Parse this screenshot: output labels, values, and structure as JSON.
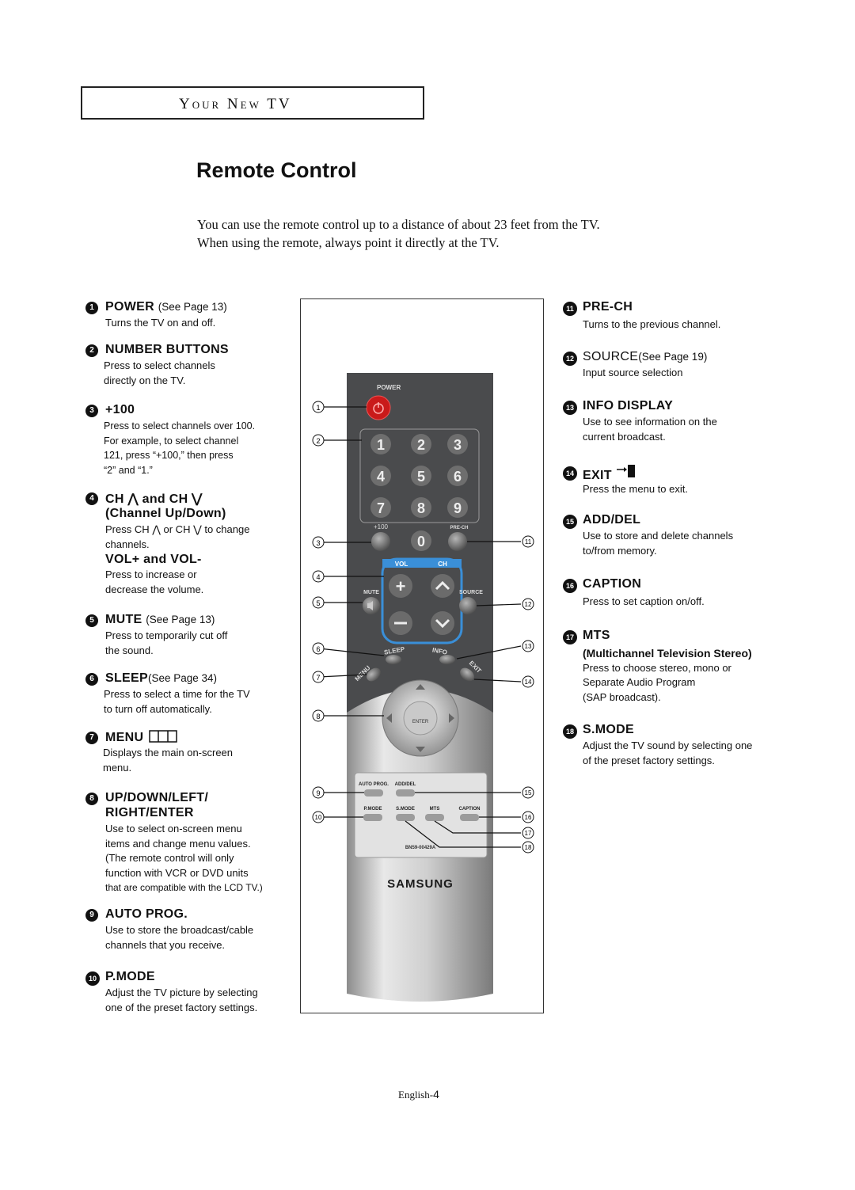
{
  "section_title": "Your New TV",
  "page_title": "Remote Control",
  "intro": [
    "You can use the remote control up to a distance of about 23 feet from the TV.",
    "When using the remote, always point it directly at the TV."
  ],
  "left_items": [
    {
      "num": "1",
      "head": "POWER",
      "ref": "(See Page 13)",
      "desc": [
        "Turns the TV on and off."
      ]
    },
    {
      "num": "2",
      "head": "NUMBER BUTTONS",
      "ref": "",
      "desc": [
        "Press to select channels",
        "directly on the TV."
      ]
    },
    {
      "num": "3",
      "head": "+100",
      "ref": "",
      "desc": [
        "Press to select channels over 100.",
        "For example, to select channel",
        "121, press “+100,” then press",
        "“2” and “1.”"
      ]
    },
    {
      "num": "4",
      "head": "CH ⋀ and CH ⋁",
      "head2": "(Channel Up/Down)",
      "ref": "",
      "desc": [
        "Press CH ⋀ or CH ⋁ to change",
        "channels."
      ],
      "head3": "VOL+ and VOL-",
      "desc2": [
        "Press to increase or",
        "decrease the volume."
      ]
    },
    {
      "num": "5",
      "head": "MUTE",
      "ref": "(See Page 13)",
      "desc": [
        "Press to temporarily cut off",
        "the sound."
      ]
    },
    {
      "num": "6",
      "head": "SLEEP",
      "ref": "(See Page 34)",
      "desc": [
        "Press to select a time for the TV",
        "to turn off automatically."
      ]
    },
    {
      "num": "7",
      "head": "MENU",
      "ref": "",
      "desc": [
        "Displays the main on-screen",
        "menu."
      ]
    },
    {
      "num": "8",
      "head": "UP/DOWN/LEFT/",
      "head2": "RIGHT/ENTER",
      "ref": "",
      "desc": [
        "Use to select on-screen menu",
        "items and change menu values.",
        "(The remote control will only",
        "function with VCR or DVD units",
        "that are compatible with the LCD TV.)"
      ]
    },
    {
      "num": "9",
      "head": "AUTO PROG.",
      "ref": "",
      "desc": [
        "Use to store the broadcast/cable",
        "channels that you receive."
      ]
    },
    {
      "num": "10",
      "head": "P.MODE",
      "ref": "",
      "desc": [
        "Adjust the TV picture by selecting",
        "one of the preset factory settings."
      ]
    }
  ],
  "right_items": [
    {
      "num": "11",
      "head": "PRE-CH",
      "ref": "",
      "desc": [
        "Turns to the previous channel."
      ]
    },
    {
      "num": "12",
      "head": "SOURCE",
      "ref": "(See Page 19)",
      "desc": [
        "Input source selection"
      ]
    },
    {
      "num": "13",
      "head": "INFO DISPLAY",
      "ref": "",
      "desc": [
        "Use to see information on the",
        "current broadcast."
      ]
    },
    {
      "num": "14",
      "head": "EXIT",
      "ref": "",
      "desc": [
        "Press the menu to exit."
      ]
    },
    {
      "num": "15",
      "head": "ADD/DEL",
      "ref": "",
      "desc": [
        "Use to store and delete channels",
        "to/from memory."
      ]
    },
    {
      "num": "16",
      "head": "CAPTION",
      "ref": "",
      "desc": [
        "Press to set caption on/off."
      ]
    },
    {
      "num": "17",
      "head": "MTS",
      "ref": "",
      "sub": "(Multichannel Television Stereo)",
      "desc": [
        "Press to choose stereo, mono or",
        "Separate Audio Program",
        "(SAP broadcast)."
      ]
    },
    {
      "num": "18",
      "head": "S.MODE",
      "ref": "",
      "desc": [
        "Adjust the TV sound by selecting one",
        "of the preset factory settings."
      ]
    }
  ],
  "remote": {
    "power_label": "POWER",
    "digits": [
      "1",
      "2",
      "3",
      "4",
      "5",
      "6",
      "7",
      "8",
      "9",
      "0"
    ],
    "plus100": "+100",
    "prech": "PRE-CH",
    "vol": "VOL",
    "ch": "CH",
    "mute": "MUTE",
    "source": "SOURCE",
    "sleep": "SLEEP",
    "info": "INFO",
    "menu": "MENU",
    "exit": "EXIT",
    "enter": "ENTER",
    "auto_prog": "AUTO PROG.",
    "add_del": "ADD/DEL",
    "pmode": "P.MODE",
    "smode": "S.MODE",
    "mts": "MTS",
    "caption": "CAPTION",
    "model": "BN59-00429A",
    "brand": "SAMSUNG"
  },
  "footer": {
    "lang": "English-",
    "page": "4"
  }
}
